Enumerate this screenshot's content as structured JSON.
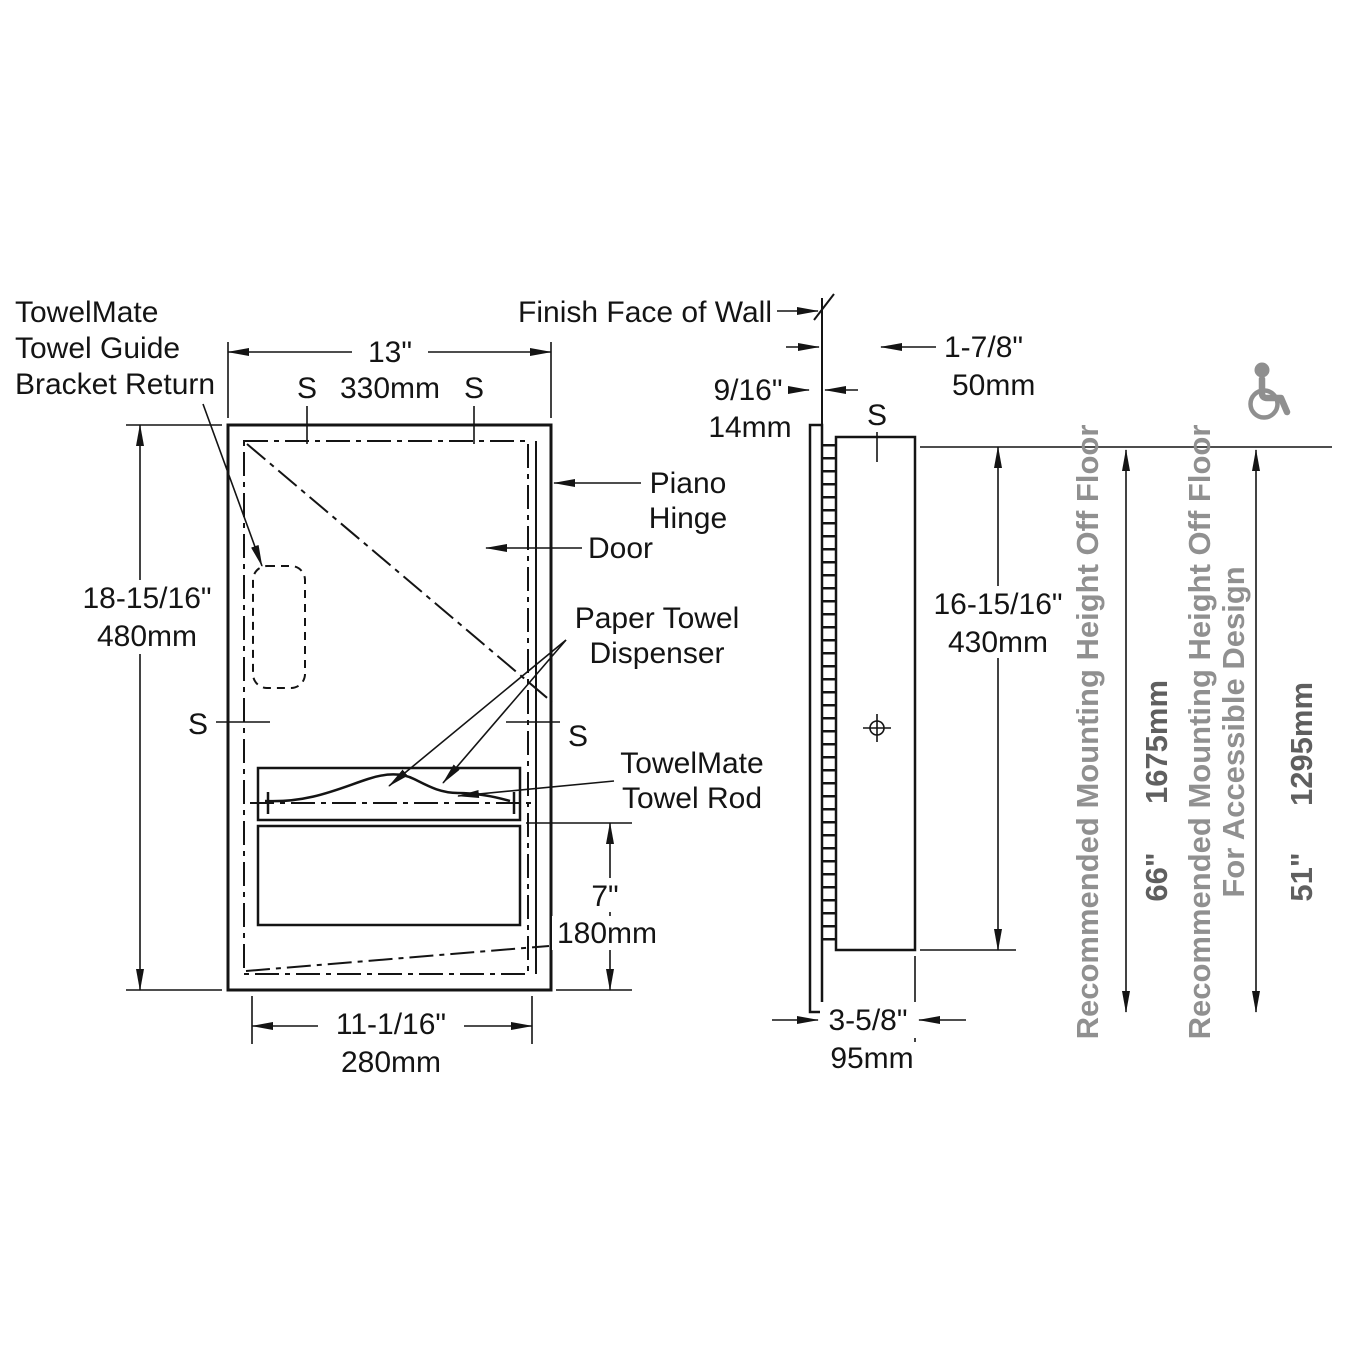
{
  "meta": {
    "background_color": "#ffffff",
    "line_color": "#141414",
    "muted_text_color": "#909090"
  },
  "icons": {
    "accessibility": "wheelchair-accessibility-symbol"
  },
  "front_view": {
    "callouts": {
      "bracket_return": {
        "line1": "TowelMate",
        "line2": "Towel Guide",
        "line3": "Bracket Return"
      },
      "piano_hinge": {
        "line1": "Piano",
        "line2": "Hinge"
      },
      "door": "Door",
      "paper_towel_dispenser": {
        "line1": "Paper Towel",
        "line2": "Dispenser"
      },
      "towel_rod": {
        "line1": "TowelMate",
        "line2": "Towel Rod"
      }
    },
    "dimensions": {
      "overall_width": {
        "inches": "13\"",
        "mm": "330mm"
      },
      "overall_height": {
        "inches": "18-15/16\"",
        "mm": "480mm"
      },
      "opening_width": {
        "inches": "11-1/16\"",
        "mm": "280mm"
      },
      "lower_panel_height": {
        "inches": "7\"",
        "mm": "180mm"
      }
    },
    "stud_markers": {
      "top_left": "S",
      "top_right": "S",
      "left": "S",
      "right": "S"
    }
  },
  "side_view": {
    "callouts": {
      "finish_face_of_wall": "Finish Face of Wall"
    },
    "dimensions": {
      "wall_to_screw": {
        "inches": "1-7/8\"",
        "mm": "50mm"
      },
      "flange_projection": {
        "inches": "9/16\"",
        "mm": "14mm"
      },
      "door_height": {
        "inches": "16-15/16\"",
        "mm": "430mm"
      },
      "recess_depth": {
        "inches": "3-5/8\"",
        "mm": "95mm"
      }
    },
    "stud_marker": "S"
  },
  "mounting_heights": {
    "standard": {
      "label": "Recommended Mounting Height Off Floor",
      "inches": "66\"",
      "mm": "1675mm"
    },
    "accessible": {
      "label_line1": "Recommended Mounting Height Off Floor",
      "label_line2": "For Accessible Design",
      "inches": "51\"",
      "mm": "1295mm"
    }
  }
}
